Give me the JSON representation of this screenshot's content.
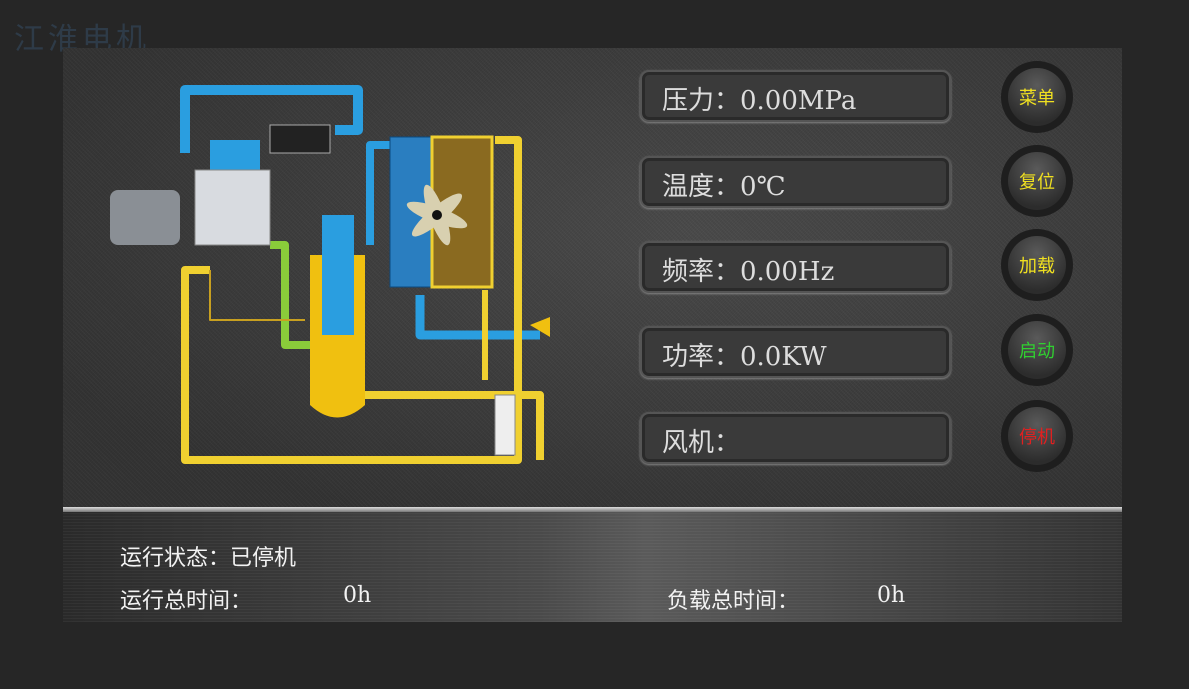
{
  "watermark": "江淮电机",
  "readouts": [
    {
      "label": "压力：0.00MPa"
    },
    {
      "label": "温度：0℃"
    },
    {
      "label": "频率：0.00Hz"
    },
    {
      "label": "功率：0.0KW"
    },
    {
      "label": "风机："
    }
  ],
  "buttons": [
    {
      "label": "菜单",
      "color": "#f0e020"
    },
    {
      "label": "复位",
      "color": "#f0e020"
    },
    {
      "label": "加载",
      "color": "#f0e020"
    },
    {
      "label": "启动",
      "color": "#30d030"
    },
    {
      "label": "停机",
      "color": "#e02020"
    }
  ],
  "status": {
    "run_state": "运行状态：已停机",
    "run_time_label": "运行总时间：",
    "run_time_value": "0h",
    "load_time_label": "负载总时间：",
    "load_time_value": "0h"
  }
}
